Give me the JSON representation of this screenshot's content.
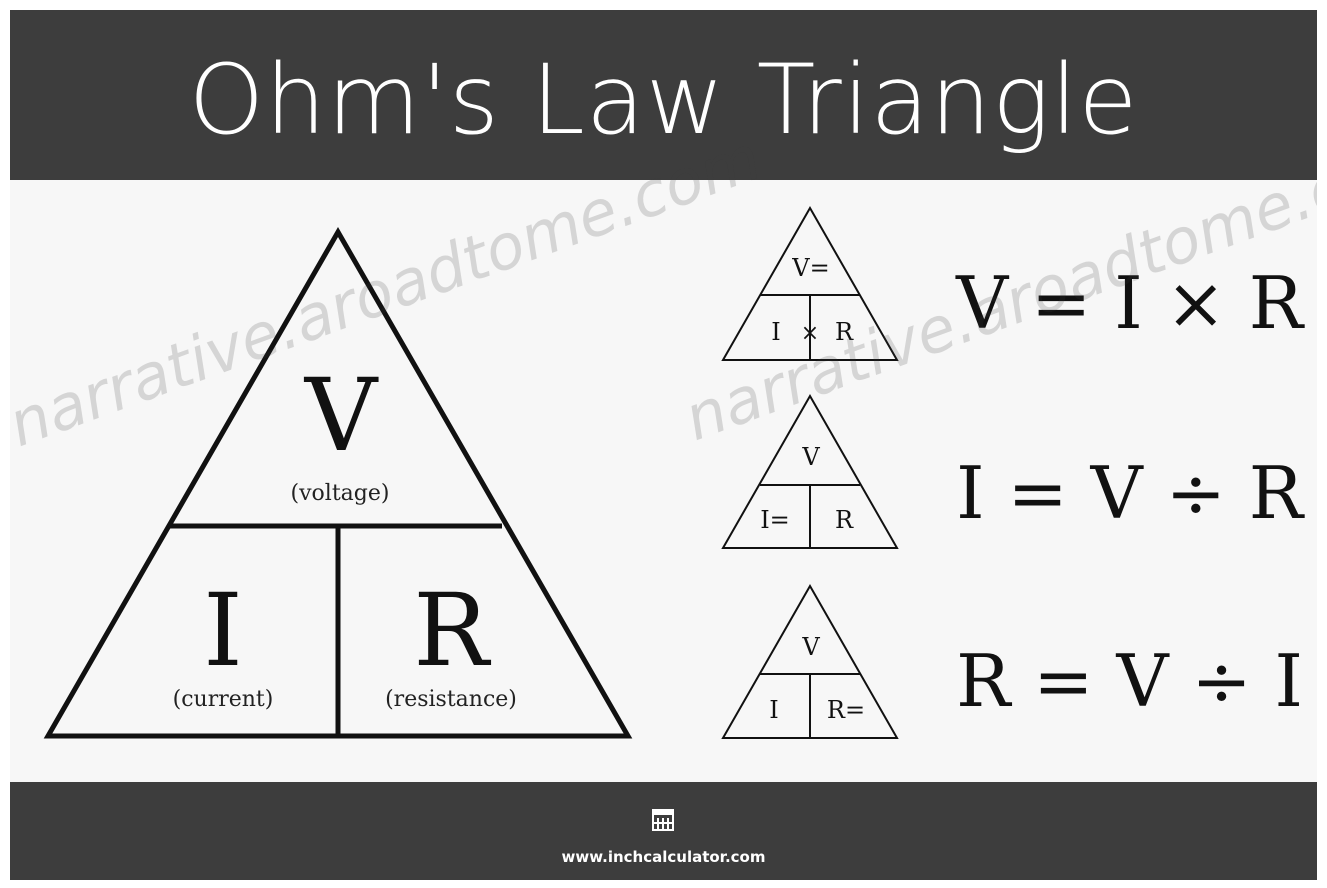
{
  "title": "Ohm's Law Triangle",
  "big_triangle": {
    "top_symbol": "V",
    "top_caption": "(voltage)",
    "left_symbol": "I",
    "left_caption": "(current)",
    "right_symbol": "R",
    "right_caption": "(resistance)"
  },
  "mini_triangles": [
    {
      "top": "V=",
      "left": "I",
      "mid": "×",
      "right": "R"
    },
    {
      "top": "V",
      "left": "I=",
      "mid": "",
      "right": "R"
    },
    {
      "top": "V",
      "left": "I",
      "mid": "",
      "right": "R="
    }
  ],
  "formulas": [
    "V = I × R",
    "I = V ÷ R",
    "R = V ÷ I"
  ],
  "watermark": "narrative.aroadtome.com",
  "footer": {
    "logo_icon": "building-icon",
    "url": "www.inchcalculator.com"
  },
  "colors": {
    "header_bg": "#3d3d3d",
    "panel_bg": "#f7f7f7",
    "ink": "#111111"
  }
}
